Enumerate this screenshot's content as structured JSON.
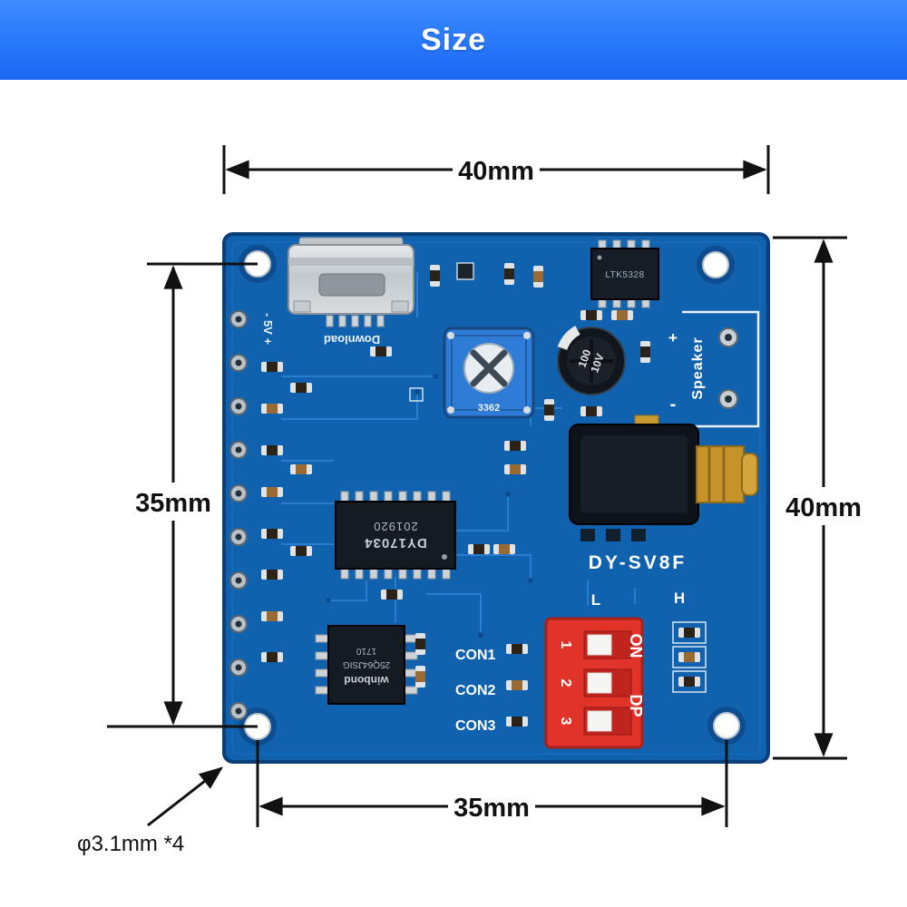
{
  "header": {
    "title": "Size"
  },
  "annotations": {
    "dim_top": "40mm",
    "dim_left": "35mm",
    "dim_right": "40mm",
    "dim_bottom": "35mm",
    "hole_note": "φ3.1mm *4"
  },
  "board": {
    "model": "DY-SV8F",
    "usb_label": "Download",
    "power_pins": "- 5V +",
    "pot_value": "3362",
    "cap_line1": "100",
    "cap_line2": "10V",
    "amp_chip": "LTK5328",
    "speaker": {
      "label": "Speaker",
      "plus": "+",
      "minus": "-"
    },
    "main_chip": {
      "line1": "DY17034",
      "line2": "201920"
    },
    "flash_chip": {
      "line1": "winbond",
      "line2": "25Q64JSIG",
      "line3": "1710"
    },
    "connectors": [
      "CON1",
      "CON2",
      "CON3"
    ],
    "dip": {
      "on": "ON",
      "dp": "DP",
      "numbers": [
        "1",
        "2",
        "3"
      ]
    },
    "channel_l": "L",
    "channel_h": "H"
  },
  "colors": {
    "header_blue": "#2b7bfb",
    "board_blue": "#1162ae",
    "dip_red": "#e2332a",
    "jack_gold": "#c6932b",
    "dimension_black": "#111111"
  }
}
